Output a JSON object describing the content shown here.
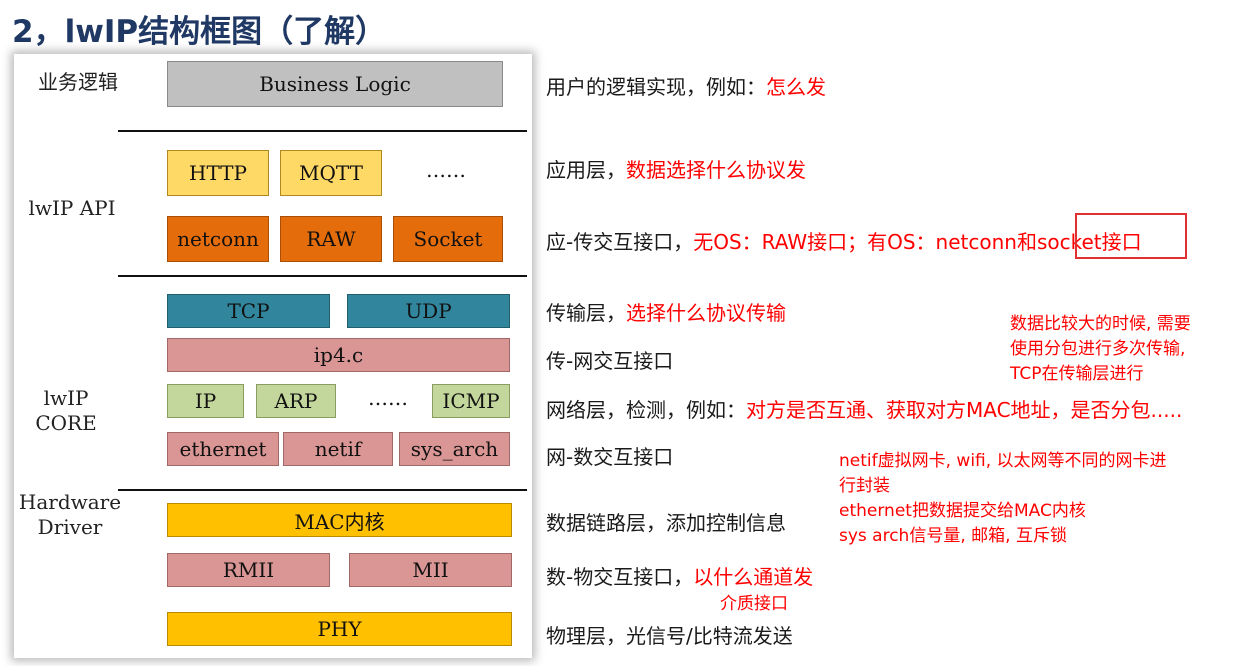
{
  "title": "2，lwIP结构框图（了解）",
  "diagram": {
    "layers": {
      "business": "业务逻辑",
      "api": "lwIP API",
      "core": "lwIP\nCORE",
      "hardware": "Hardware\nDriver"
    },
    "blocks": {
      "business_logic": "Business Logic",
      "http": "HTTP",
      "mqtt": "MQTT",
      "api_ellipsis": "……",
      "netconn": "netconn",
      "raw": "RAW",
      "socket": "Socket",
      "tcp": "TCP",
      "udp": "UDP",
      "ip4c": "ip4.c",
      "ip": "IP",
      "arp": "ARP",
      "core_ellipsis": "……",
      "icmp": "ICMP",
      "ethernet": "ethernet",
      "netif": "netif",
      "sys_arch": "sys_arch",
      "mac": "MAC内核",
      "rmii": "RMII",
      "mii": "MII",
      "phy": "PHY"
    }
  },
  "descriptions": {
    "r1": {
      "black": "用户的逻辑实现，例如：",
      "red": "怎么发"
    },
    "r2": {
      "black": "应用层，",
      "red": "数据选择什么协议发"
    },
    "r3": {
      "black": "应-传交互接口，",
      "red": "无OS：RAW接口；有OS：netconn和",
      "red2": "socket接口"
    },
    "r4": {
      "black": "传输层，",
      "red": "选择什么协议传输"
    },
    "r5": {
      "black": "传-网交互接口"
    },
    "r6": {
      "black": "网络层，检测，例如：",
      "red": "对方是否互通、获取对方MAC地址，是否分包....."
    },
    "r7": {
      "black": "网-数交互接口"
    },
    "r8": {
      "black": "数据链路层，添加控制信息"
    },
    "r9": {
      "black": "数-物交互接口，",
      "red": "以什么通道发"
    },
    "r10": {
      "black": "物理层，光信号/比特流发送"
    }
  },
  "notes": {
    "packet": [
      "数据比较大的时候, 需要",
      "使用分包进行多次传输,",
      "TCP在传输层进行"
    ],
    "netif": [
      "netif虚拟网卡, wifi, 以太网等不同的网卡进",
      "行封装",
      "ethernet把数据提交给MAC内核",
      "sys  arch信号量, 邮箱, 互斥锁"
    ],
    "medium": "介质接口"
  },
  "colors": {
    "title": "#1f3864",
    "highlight": "#ff0000",
    "business": "#c0c0c0",
    "app": "#ffd966",
    "api": "#e46c0a",
    "transport": "#31859c",
    "network": "#d99694",
    "green": "#c3d69b",
    "gold": "#ffc000"
  }
}
